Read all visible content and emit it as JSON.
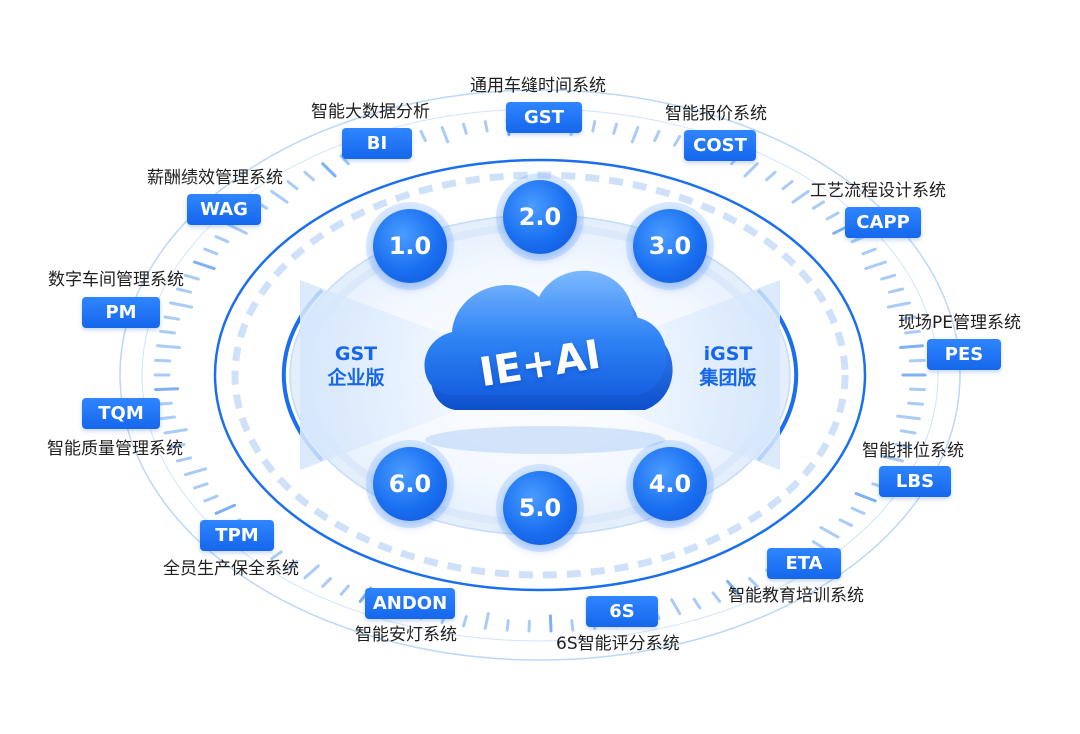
{
  "center": {
    "title": "IE+AI"
  },
  "editions": [
    {
      "name": "GST",
      "sub": "企业版"
    },
    {
      "name": "iGST",
      "sub": "集团版"
    }
  ],
  "versions": [
    "1.0",
    "2.0",
    "3.0",
    "4.0",
    "5.0",
    "6.0"
  ],
  "systems": [
    {
      "code": "GST",
      "label": "通用车缝时间系统"
    },
    {
      "code": "COST",
      "label": "智能报价系统"
    },
    {
      "code": "CAPP",
      "label": "工艺流程设计系统"
    },
    {
      "code": "PES",
      "label": "现场PE管理系统"
    },
    {
      "code": "LBS",
      "label": "智能排位系统"
    },
    {
      "code": "ETA",
      "label": "智能教育培训系统"
    },
    {
      "code": "6S",
      "label": "6S智能评分系统"
    },
    {
      "code": "ANDON",
      "label": "智能安灯系统"
    },
    {
      "code": "TPM",
      "label": "全员生产保全系统"
    },
    {
      "code": "TQM",
      "label": "智能质量管理系统"
    },
    {
      "code": "PM",
      "label": "数字车间管理系统"
    },
    {
      "code": "WAG",
      "label": "薪酬绩效管理系统"
    },
    {
      "code": "BI",
      "label": "智能大数据分析"
    }
  ],
  "colors": {
    "primary": "#1a6ff0",
    "light": "#a9ccf7",
    "text": "#1f1f1f"
  }
}
